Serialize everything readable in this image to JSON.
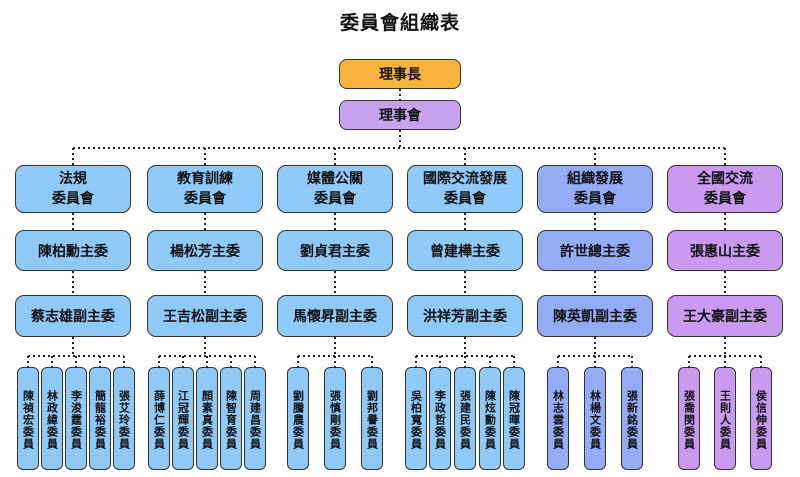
{
  "title": "委員會組織表",
  "president": "理事長",
  "board": "理事會",
  "colors": {
    "president": "#f7b33c",
    "board": "#c9a2ee",
    "light_blue": "#8fc9f8",
    "blue": "#93acf5",
    "purple": "#c99af0"
  },
  "committees": [
    {
      "name_line1": "法規",
      "name_line2": "委員會",
      "chair": "陳柏勳主委",
      "vice": "蔡志雄副主委",
      "members": [
        "陳禎宏委員",
        "林政緯委員",
        "李浚霆委員",
        "簡龍裕委員",
        "張艾玲委員"
      ]
    },
    {
      "name_line1": "教育訓練",
      "name_line2": "委員會",
      "chair": "楊松芳主委",
      "vice": "王吉松副主委",
      "members": [
        "薛博仁委員",
        "江冠輝委員",
        "顏素真委員",
        "陳智育委員",
        "周建昌委員"
      ]
    },
    {
      "name_line1": "媒體公關",
      "name_line2": "委員會",
      "chair": "劉貞君主委",
      "vice": "馬懷昇副主委",
      "members": [
        "劉騰農委員",
        "張慎剛委員",
        "劉邦譽委員"
      ]
    },
    {
      "name_line1": "國際交流發展",
      "name_line2": "委員會",
      "chair": "曾建樺主委",
      "vice": "洪祥芳副主委",
      "members": [
        "吳柏寬委員",
        "李政哲委員",
        "張建民委員",
        "陳炫勳委員",
        "陳冠暉委員"
      ]
    },
    {
      "name_line1": "組織發展",
      "name_line2": "委員會",
      "chair": "許世總主委",
      "vice": "陳英凱副主委",
      "members": [
        "林志雲委員",
        "林楊文委員",
        "張新銘委員"
      ]
    },
    {
      "name_line1": "全國交流",
      "name_line2": "委員會",
      "chair": "張惠山主委",
      "vice": "王大豪副主委",
      "members": [
        "張喬閔委員",
        "王則人委員",
        "侯信伸委員"
      ]
    }
  ]
}
